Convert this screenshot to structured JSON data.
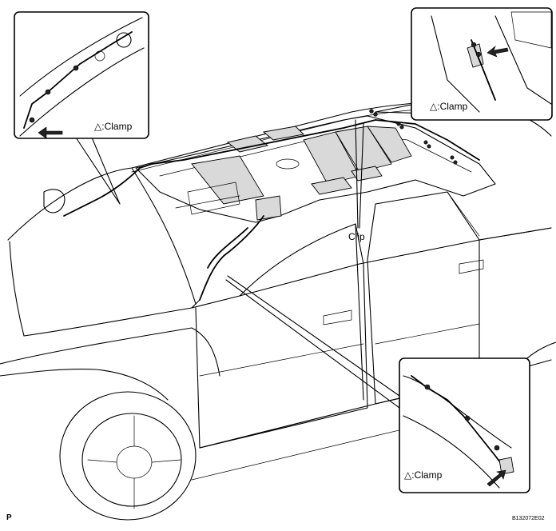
{
  "labels": {
    "clamp_top_left": "△:Clamp",
    "clamp_top_right": "△:Clamp",
    "clamp_bottom_right": "△:Clamp",
    "clip": "Clip",
    "corner_mark": "P",
    "figure_code": "B132072E02"
  },
  "icons": [
    "triangle-clamp-marker-icon",
    "arrow-left-icon",
    "arrow-up-right-icon",
    "clip-callout-icon"
  ]
}
